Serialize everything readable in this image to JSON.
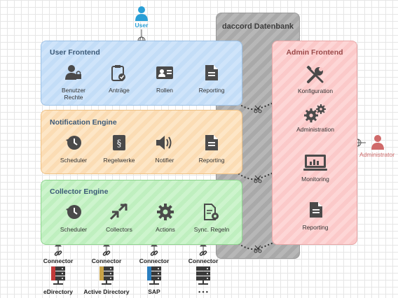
{
  "diagram": {
    "user": {
      "label": "User"
    },
    "administrator": {
      "label": "Administrator"
    },
    "database": {
      "title": "daccord Datenbank"
    },
    "user_frontend": {
      "title": "User Frontend",
      "items": [
        "Benutzer\nRechte",
        "Anträge",
        "Rollen",
        "Reporting"
      ]
    },
    "notification_engine": {
      "title": "Notification Engine",
      "items": [
        "Scheduler",
        "Regelwerke",
        "Notifier",
        "Reporting"
      ]
    },
    "collector_engine": {
      "title": "Collector Engine",
      "items": [
        "Scheduler",
        "Collectors",
        "Actions",
        "Sync. Regeln"
      ]
    },
    "admin_frontend": {
      "title": "Admin Frontend",
      "items": [
        "Konfiguration",
        "Administration",
        "Monitoring",
        "Reporting"
      ]
    },
    "connectors": [
      {
        "label": "Connector",
        "system": "eDirectory"
      },
      {
        "label": "Connector",
        "system": "Active Directory"
      },
      {
        "label": "Connector",
        "system": "SAP"
      },
      {
        "label": "Connector",
        "system": "• • •"
      }
    ]
  },
  "colors": {
    "user_frontend": "#c3ddf7",
    "notification_engine": "#fbdcb4",
    "collector_engine": "#bfefbf",
    "admin_frontend": "#fbc9c9",
    "database": "#b0b0b0",
    "user_accent": "#2a9fd6",
    "admin_accent": "#d06a6a",
    "icon": "#4a4a4a"
  }
}
